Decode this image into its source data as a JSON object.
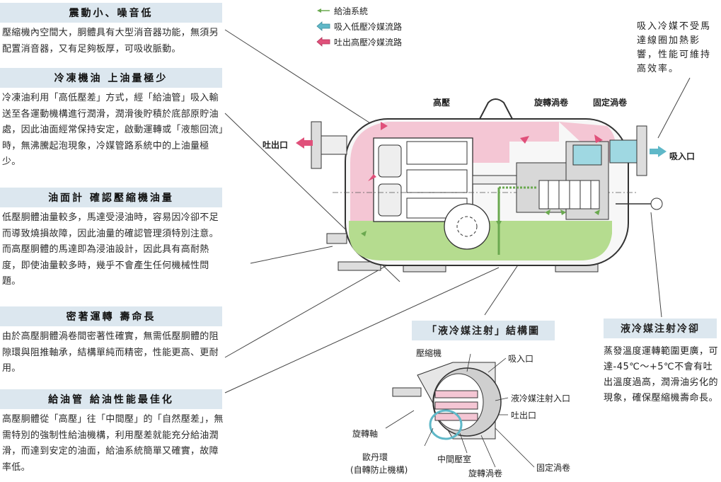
{
  "sections": [
    {
      "title": "震動小、噪音低",
      "body": "壓縮機內空間大，胴體具有大型消音器功能，無須另配置消音器，又有足夠板厚，可吸收脈動。"
    },
    {
      "title": "冷凍機油 上油量極少",
      "body": "冷凍油利用「高低壓差」方式，經「給油管」吸入輸送至各運動機構進行潤滑，潤滑後貯積於底部原貯油處，因此油面經常保持安定，啟動運轉或「液態回流」時，無沸騰起泡現象，冷媒管路系統中的上油量極少。"
    },
    {
      "title": "油面計 確認壓縮機油量",
      "body": "低壓胴體油量較多，馬達受浸油時，容易因冷卻不足而導致燒損故障，因此油量的確認管理須特別注意。而高壓胴體的馬達即為浸油設計，因此具有高耐熱度，即使油量較多時，幾乎不會產生任何機械性問題。"
    },
    {
      "title": "密著運轉 壽命長",
      "body": "由於高壓胴體渦卷間密著性確實，無需低壓胴體的阻隙環與阻推軸承，結構單純而精密，性能更高、更耐用。"
    },
    {
      "title": "給油管 給油性能最佳化",
      "body": "高壓胴體從「高壓」往「中間壓」的「自然壓差」，無需特別的強制性給油機構，利用壓差就能充分給油潤滑，而達到安定的油面，給油系統簡單又確實，故障率低。"
    }
  ],
  "legend": [
    {
      "label": "給油系統",
      "color": "#6aa84f"
    },
    {
      "label": "吸入低壓冷媒流路",
      "color": "#5fb8c8"
    },
    {
      "label": "吐出高壓冷媒流路",
      "color": "#e0507a"
    }
  ],
  "top_note": "吸入冷媒不受馬達線圈加熱影響，性能可維持高效率。",
  "diagram_labels": {
    "high_pressure": "高壓",
    "orbiting_scroll": "旋轉渦卷",
    "fixed_scroll": "固定渦卷",
    "discharge_port": "吐出口",
    "suction_port": "吸入口"
  },
  "injection": {
    "title": "「液冷媒注射」結構圖",
    "labels": {
      "compressor": "壓縮機",
      "suction": "吸入口",
      "injection_inlet": "液冷媒注射入口",
      "discharge": "吐出口",
      "shaft": "旋轉軸",
      "oldham": "歐丹環",
      "oldham_sub": "(自轉防止機構)",
      "mid_chamber": "中間壓室",
      "orbiting": "旋轉渦卷",
      "fixed": "固定渦卷"
    }
  },
  "liquid_injection": {
    "title": "液冷媒注射冷卻",
    "body": "蒸發溫度運轉範圍更廣，可達-45℃～+5℃不會有吐出溫度過高，潤滑油劣化的現象，確保壓縮機壽命長。"
  },
  "colors": {
    "header_bg": "#dce7ef",
    "pink": "#f4c6d4",
    "green": "#b5dc8f",
    "cyan": "#5fb8c8",
    "magenta": "#e0507a"
  }
}
